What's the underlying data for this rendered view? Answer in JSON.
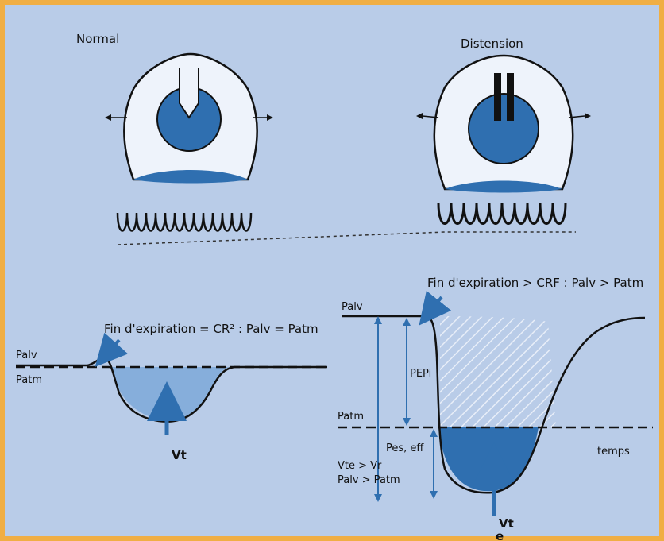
{
  "panels": {
    "normal": {
      "title": "Normal"
    },
    "distension": {
      "title": "Distension"
    }
  },
  "left_curve": {
    "annotation": "Fin d'expiration = CR² : Palv = Patm",
    "palv_label": "Palv",
    "patm_label": "Patm",
    "vt_label": "Vt"
  },
  "right_curve": {
    "annotation": "Fin d'expiration > CRF : Palv > Patm",
    "palv_label": "Palv",
    "patm_label": "Patm",
    "pepi_label": "PEPi",
    "pes_label": "Pes, eff",
    "vte_label": "Vte > Vr",
    "palv_patm_label": "Palv > Patm",
    "vt_label": "Vt",
    "temps_label": "temps",
    "bottom_mark": "e"
  },
  "colors": {
    "background": "#b9cce8",
    "border": "#f0ae44",
    "lung_fill": "#eef3fb",
    "blue": "#2f6fb0",
    "light_blue": "#86aedb",
    "curve": "#111111"
  }
}
